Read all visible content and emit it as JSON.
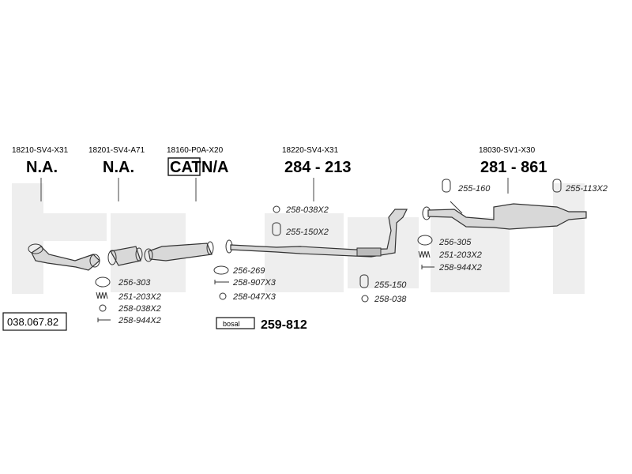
{
  "diagram_number": "038.067.82",
  "brand_badge": "bosal",
  "kit_reference": "259-812",
  "parts": [
    {
      "oem": "18210-SV4-X31",
      "ref": "N.A."
    },
    {
      "oem": "18201-SV4-A71",
      "ref": "N.A."
    },
    {
      "oem": "18160-P0A-X20",
      "ref_prefix": "CAT",
      "ref": "N/A"
    },
    {
      "oem": "18220-SV4-X31",
      "ref": "284 - 213"
    },
    {
      "oem": "18030-SV1-X30",
      "ref": "281 - 861"
    }
  ],
  "accessory_labels": {
    "a1": "256-303",
    "a2": "251-203X2",
    "a3": "258-038X2",
    "a4": "258-944X2",
    "b1": "256-269",
    "b2": "258-907X3",
    "b3": "258-047X3",
    "c1": "258-038X2",
    "c2": "255-150X2",
    "d1": "255-150",
    "d2": "258-038",
    "e1": "255-160",
    "e2": "256-305",
    "e3": "251-203X2",
    "e4": "258-944X2",
    "f1": "255-113X2"
  }
}
